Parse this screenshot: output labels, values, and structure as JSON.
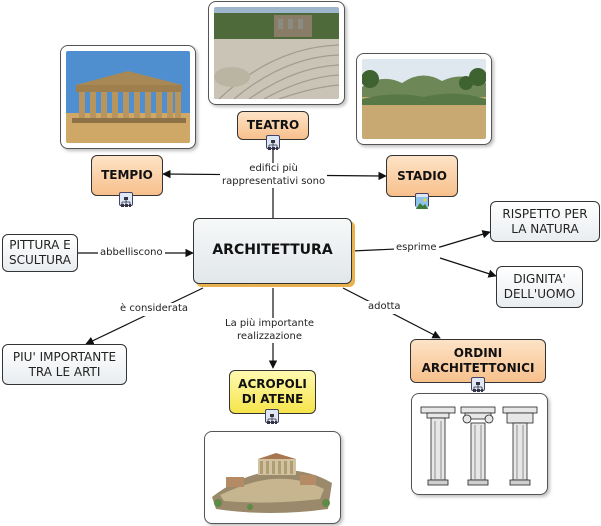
{
  "nodes": {
    "main": "ARCHITETTURA",
    "teatro": "TEATRO",
    "tempio": "TEMPIO",
    "stadio": "STADIO",
    "pittura": "PITTURA E\nSCULTURA",
    "rispetto": "RISPETTO PER\nLA NATURA",
    "dignita": "DIGNITA'\nDELL'UOMO",
    "piu_importante": "PIU' IMPORTANTE\nTRA LE ARTI",
    "acropoli": "ACROPOLI\nDI ATENE",
    "ordini": "ORDINI\nARCHITETTONICI"
  },
  "links": {
    "edifici": "edifici più\nrappresentativi sono",
    "abbelliscono": "abbelliscono",
    "esprime": "esprime",
    "considerata": "è considerata",
    "realizzazione": "La più importante\nrealizzazione",
    "adotta": "adotta"
  },
  "icons": {
    "teatro": "concept-map-link-icon",
    "tempio": "concept-map-link-icon",
    "stadio": "image-icon",
    "acropoli": "concept-map-link-icon",
    "ordini": "concept-map-link-icon"
  },
  "colors": {
    "orange_node": "#f7c08c",
    "yellow_node": "#f6e44a",
    "main_shadow": "#e9b24f"
  }
}
